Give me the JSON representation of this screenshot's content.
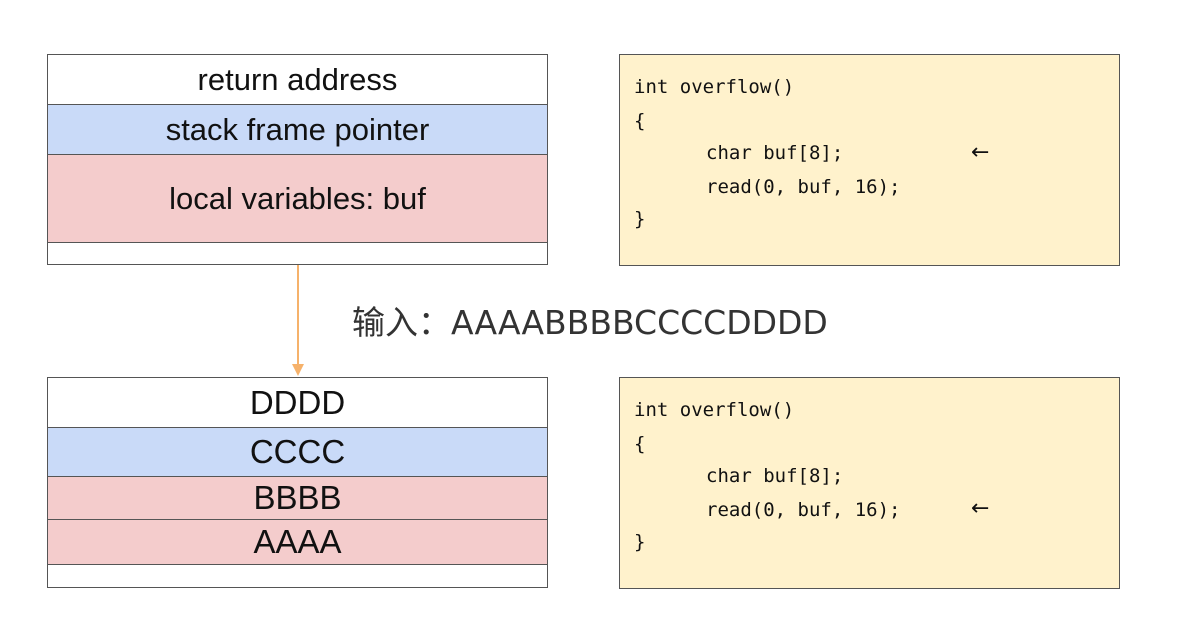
{
  "top_stack": {
    "cells": [
      "return address",
      "stack frame pointer",
      "local variables: buf",
      ""
    ]
  },
  "bottom_stack": {
    "cells": [
      "DDDD",
      "CCCC",
      "BBBB",
      "AAAA",
      ""
    ]
  },
  "input_label": "输入：AAAABBBBCCCCDDDD",
  "code_top": {
    "lines": [
      "int overflow()",
      "{",
      "char buf[8];",
      "read(0, buf, 16);",
      "}"
    ],
    "pointer_line": 3,
    "pointer_glyph": "←"
  },
  "code_bottom": {
    "lines": [
      "int overflow()",
      "{",
      "char buf[8];",
      "read(0, buf, 16);",
      "}"
    ],
    "pointer_line": 4,
    "pointer_glyph": "←"
  },
  "colors": {
    "saved_pointer_fill": "#c9daf8",
    "local_fill": "#f4cccc",
    "code_fill": "#fff2cc",
    "flow_arrow": "#f6b26b"
  }
}
